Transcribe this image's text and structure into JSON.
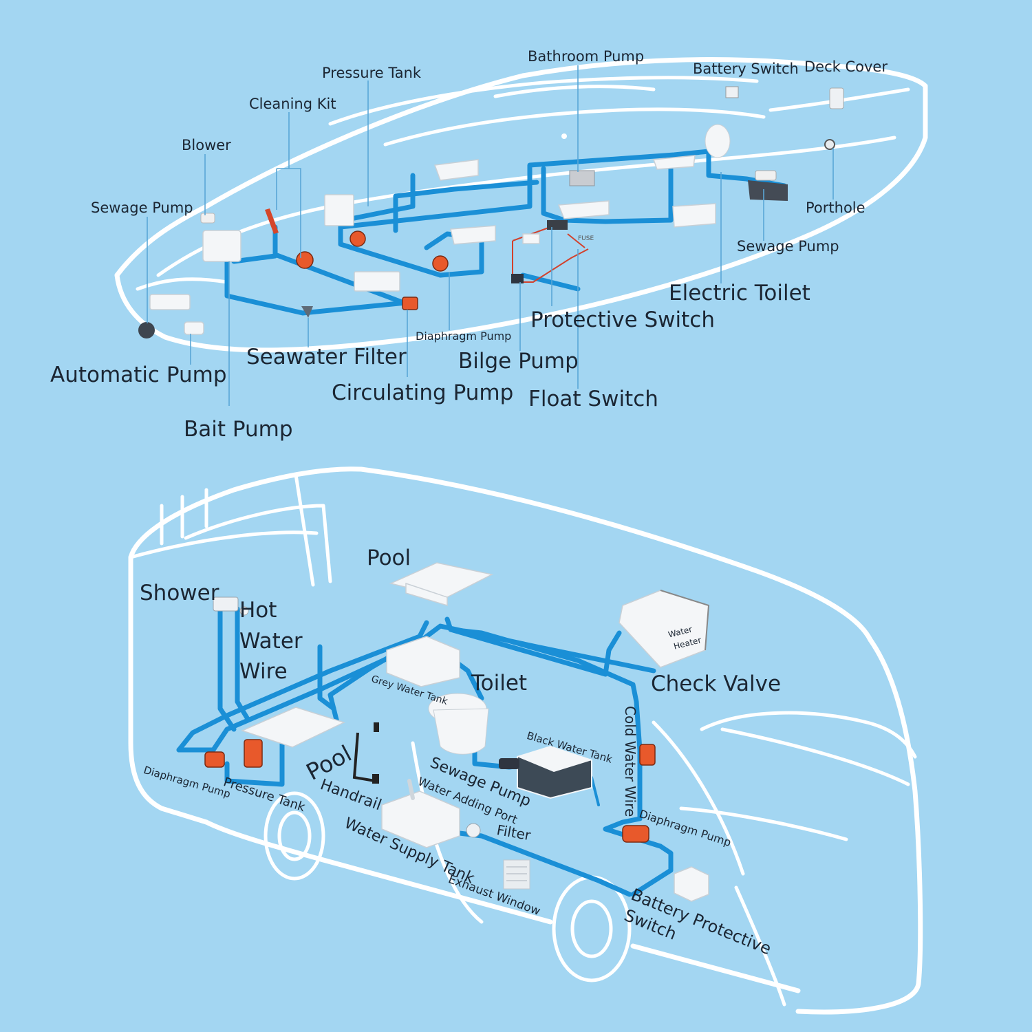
{
  "boat": {
    "labels": {
      "bathroom_pump": "Bathroom Pump",
      "pressure_tank": "Pressure Tank",
      "battery_switch": "Battery Switch",
      "deck_cover": "Deck Cover",
      "cleaning_kit": "Cleaning Kit",
      "blower": "Blower",
      "sewage_pump_left": "Sewage Pump",
      "porthole": "Porthole",
      "sewage_pump_right": "Sewage Pump",
      "electric_toilet": "Electric Toilet",
      "protective_switch": "Protective Switch",
      "diaphragm_pump": "Diaphragm Pump",
      "seawater_filter": "Seawater Filter",
      "bilge_pump": "Bilge Pump",
      "automatic_pump": "Automatic Pump",
      "circulating_pump": "Circulating Pump",
      "float_switch": "Float Switch",
      "bait_pump": "Bait Pump",
      "fuse": "FUSE"
    }
  },
  "rv": {
    "labels": {
      "pool_top": "Pool",
      "shower": "Shower",
      "hot": "Hot",
      "water": "Water",
      "wire": "Wire",
      "water_heater_1": "Water",
      "water_heater_2": "Heater",
      "grey_water_tank": "Grey Water Tank",
      "toilet": "Toilet",
      "check_valve": "Check Valve",
      "cold_water_wire": "Cold Water Wire",
      "black_water_tank": "Black Water Tank",
      "pool_bottom": "Pool",
      "sewage_pump": "Sewage Pump",
      "water_adding_port": "Water Adding Port",
      "diaphragm_pump_left": "Diaphragm Pump",
      "pressure_tank": "Pressure Tank",
      "handrail": "Handrail",
      "filter": "Filter",
      "diaphragm_pump_right": "Diaphragm Pump",
      "water_supply_tank": "Water Supply Tank",
      "exhaust_window": "Exhaust Window",
      "battery_protective": "Battery Protective",
      "switch": "Switch"
    }
  },
  "colors": {
    "background": "#a3d6f2",
    "outline": "#ffffff",
    "pipe": "#1a8fd6",
    "pump": "#e8592b",
    "label": "#1b2633"
  }
}
